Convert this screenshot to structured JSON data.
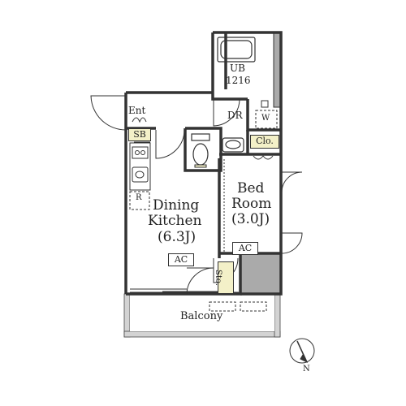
{
  "labels": {
    "ub": "UB",
    "ub_size": "1216",
    "dr": "DR",
    "w": "W",
    "ent": "Ent",
    "sb": "SB",
    "clo": "Clo.",
    "r": "R",
    "dining": "Dining",
    "kitchen": "Kitchen",
    "dk_size": "(6.3J)",
    "bed": "Bed",
    "room": "Room",
    "bed_size": "(3.0J)",
    "ac1": "AC",
    "ac2": "AC",
    "sto": "Sto.",
    "balcony": "Balcony",
    "north": "N"
  },
  "colors": {
    "wall": "#333333",
    "highlight": "#f3f0c8",
    "balcony_wall": "#d3d3d3",
    "shaft": "#aaaaaa"
  }
}
